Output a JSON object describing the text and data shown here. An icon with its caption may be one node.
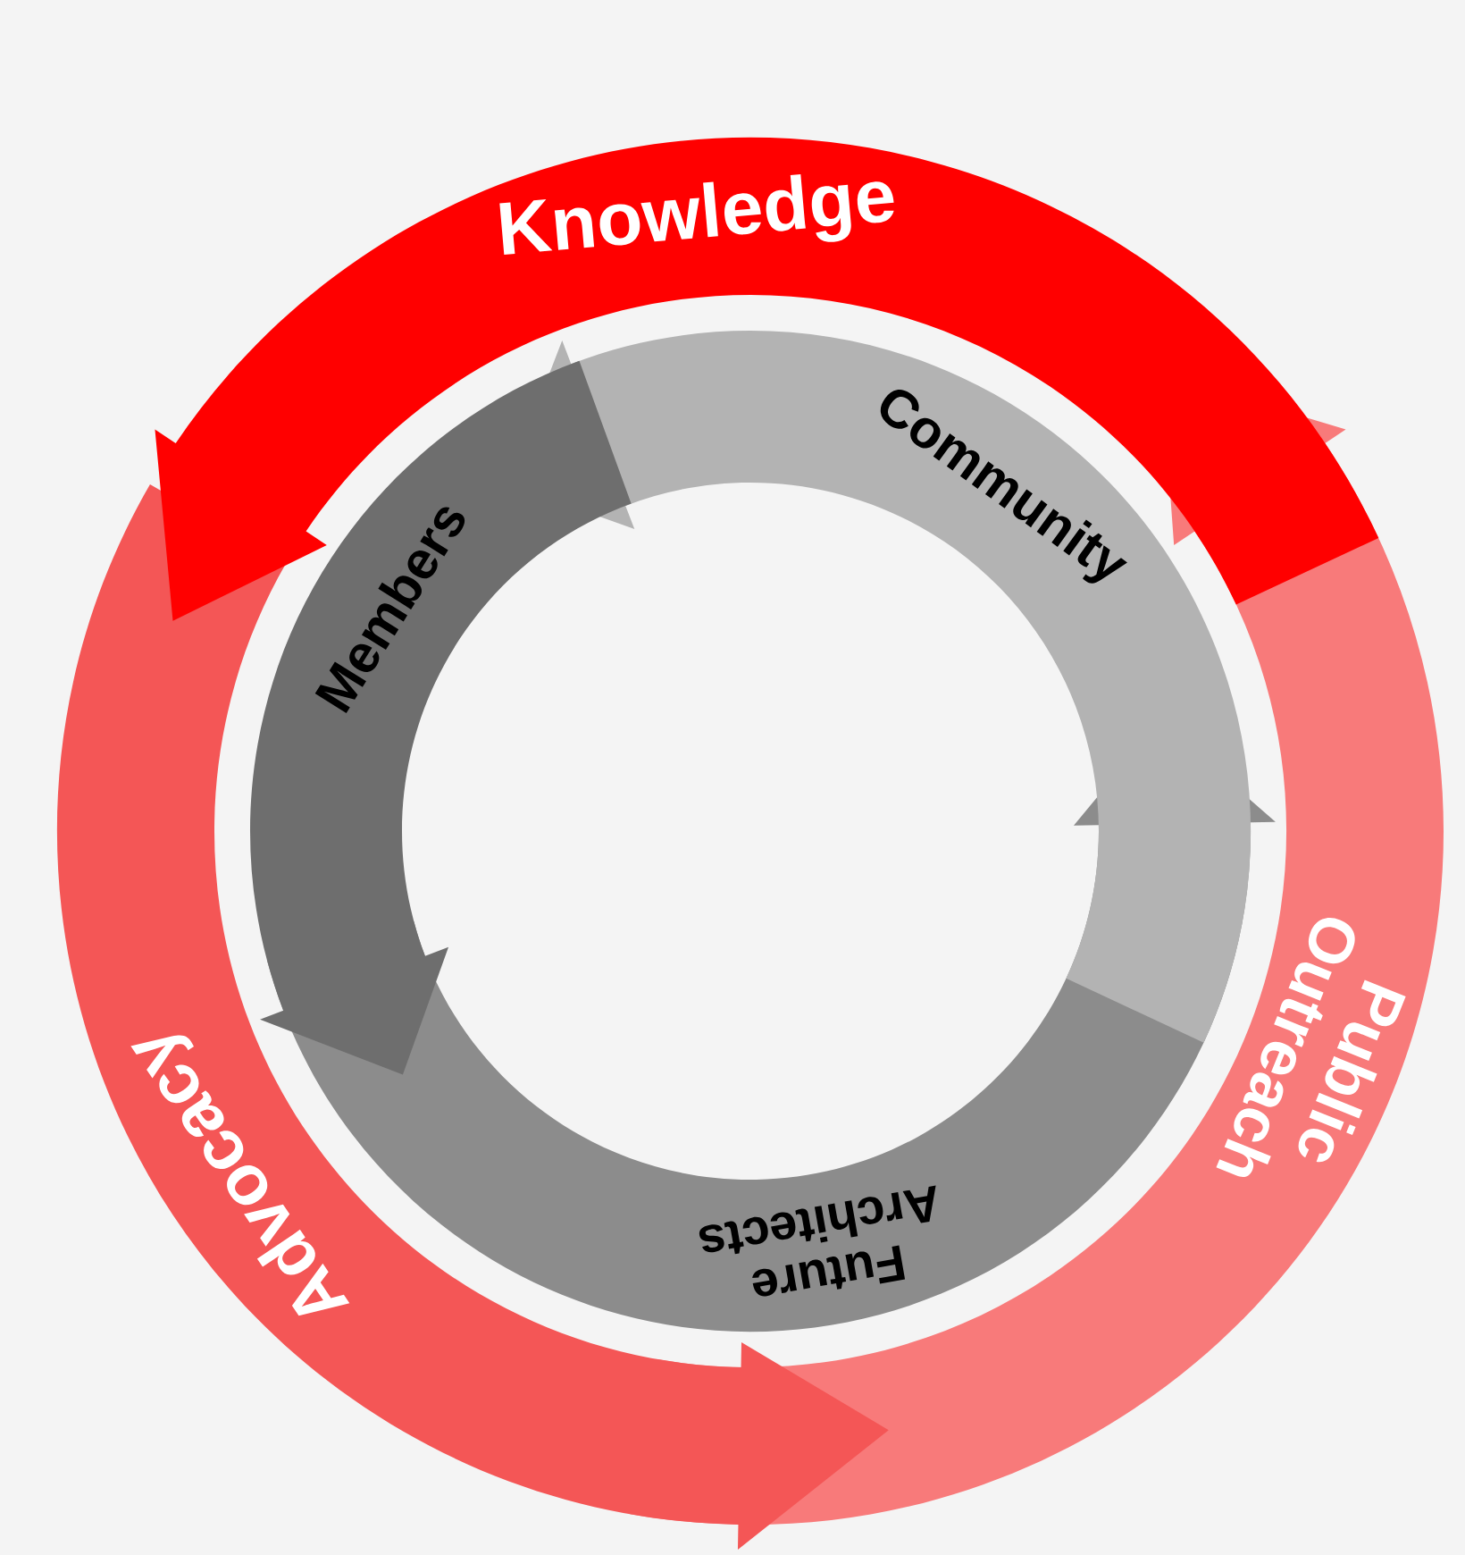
{
  "diagram": {
    "nodes": [
      {
        "text": [
          "Knowledge"
        ]
      },
      {
        "text": [
          "Community"
        ]
      },
      {
        "text": [
          "Members"
        ]
      },
      {
        "text": [
          "Public Outreach"
        ]
      },
      {
        "text": [
          "Advocacy"
        ]
      },
      {
        "text": [
          "Future Architects"
        ]
      }
    ]
  }
}
